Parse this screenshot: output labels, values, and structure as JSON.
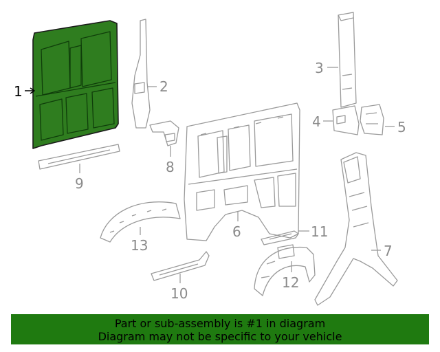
{
  "callouts": [
    {
      "id": "1",
      "label": "1",
      "highlighted": true
    },
    {
      "id": "2",
      "label": "2"
    },
    {
      "id": "3",
      "label": "3"
    },
    {
      "id": "4",
      "label": "4"
    },
    {
      "id": "5",
      "label": "5"
    },
    {
      "id": "6",
      "label": "6"
    },
    {
      "id": "7",
      "label": "7"
    },
    {
      "id": "8",
      "label": "8"
    },
    {
      "id": "9",
      "label": "9"
    },
    {
      "id": "10",
      "label": "10"
    },
    {
      "id": "11",
      "label": "11"
    },
    {
      "id": "12",
      "label": "12"
    },
    {
      "id": "13",
      "label": "13"
    }
  ],
  "banner": {
    "line1": "Part or sub-assembly is #1 in diagram",
    "line2": "Diagram may not be specific to your vehicle"
  },
  "colors": {
    "highlight_fill": "#2f7d1f",
    "banner_bg": "#1f7a10",
    "line": "#9a9a9a"
  }
}
